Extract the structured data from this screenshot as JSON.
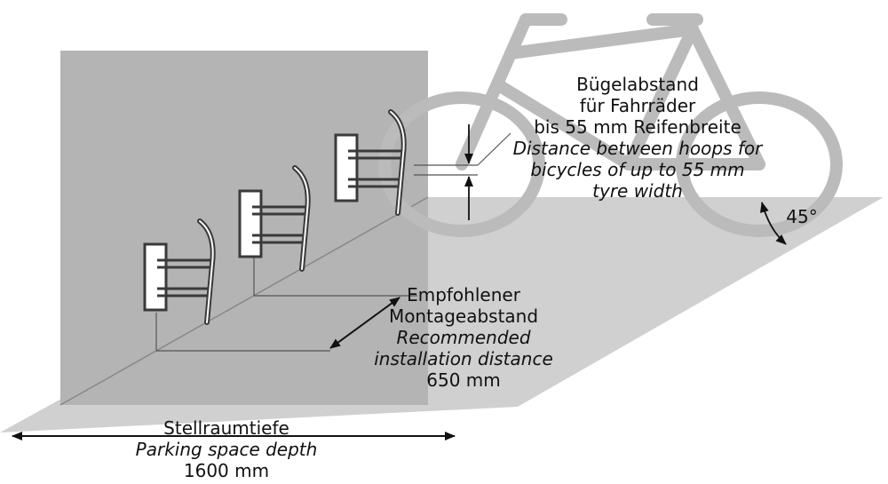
{
  "colors": {
    "wall": "#b4b4b4",
    "floor": "#d0d0d0",
    "bike": "#bbbbbb",
    "rack": "#3a3a3a",
    "line": "#111111",
    "thin_line": "#555555"
  },
  "icons": {
    "bicycle": "bicycle-icon",
    "wall_rack": "wall-mounted-bike-hoop-icon"
  },
  "labels": {
    "hoop_distance": {
      "de_line1": "Bügelabstand",
      "de_line2": "für Fahrräder",
      "de_line3": "bis 55 mm Reifenbreite",
      "en_line1": "Distance between hoops for",
      "en_line2": "bicycles of up to 55 mm",
      "en_line3": "tyre width"
    },
    "angle": "45°",
    "installation": {
      "de_line1": "Empfohlener",
      "de_line2": "Montageabstand",
      "en_line1": "Recommended",
      "en_line2": "installation distance",
      "value": "650 mm"
    },
    "depth": {
      "de": "Stellraumtiefe",
      "en": "Parking space depth",
      "value": "1600 mm"
    }
  }
}
